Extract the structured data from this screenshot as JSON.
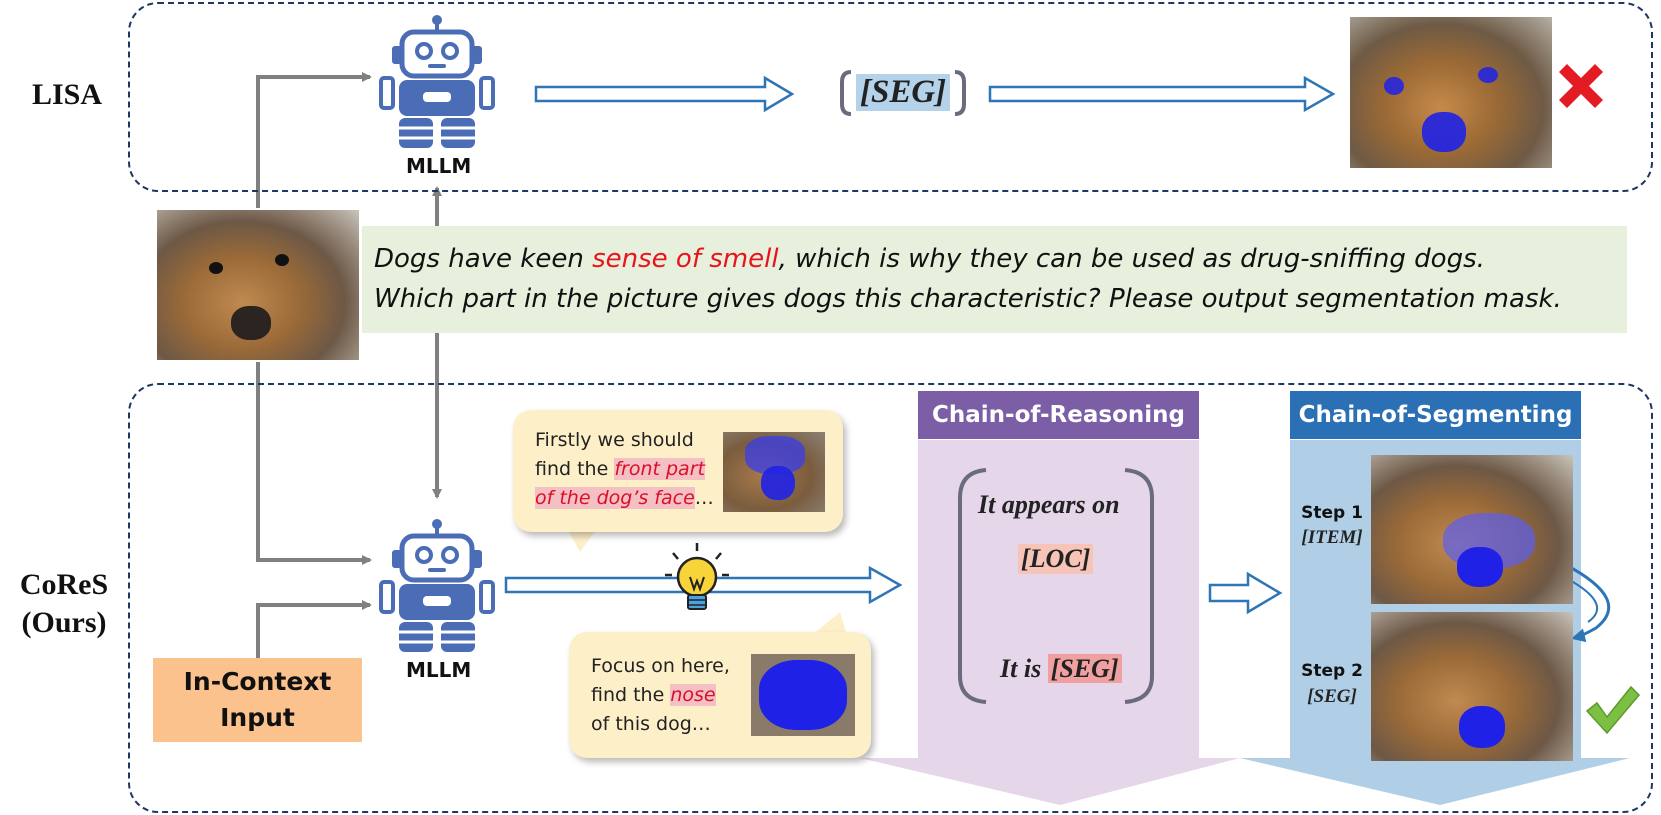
{
  "rows": {
    "top_label": "LISA",
    "bottom_label_line1": "CoReS",
    "bottom_label_line2": "(Ours)"
  },
  "model_label": "MLLM",
  "lisa": {
    "token": "[SEG]"
  },
  "query": {
    "line1_pre": "Dogs have keen ",
    "line1_highlight": "sense of smell",
    "line1_post": ", which is why they can be used as drug-sniffing dogs.",
    "line2": "Which part in the picture gives dogs this characteristic? Please output segmentation mask."
  },
  "in_context": {
    "line1": "In-Context",
    "line2": "Input"
  },
  "bubble_top": {
    "line1": "Firstly we should",
    "line2_pre": "find the ",
    "line2_highlight": "front part",
    "line3_highlight": "of the dog’s face",
    "line3_post": "…"
  },
  "bubble_bottom": {
    "line1": "Focus on here,",
    "line2_pre": "find the ",
    "line2_highlight": "nose",
    "line3": "of this dog…"
  },
  "chain_reasoning": {
    "title": "Chain-of-Reasoning",
    "line1": "It appears on",
    "loc_token": "[LOC]",
    "line2_pre": "It is ",
    "seg_token": "[SEG]"
  },
  "chain_segmenting": {
    "title": "Chain-of-Segmenting",
    "step1_label": "Step 1",
    "step1_tag": "[ITEM]",
    "step2_label": "Step 2",
    "step2_tag": "[SEG]"
  },
  "colors": {
    "panel_border": "#1f3763",
    "robot": "#4a6db6",
    "arrow_outline": "#2e75b6",
    "query_bg": "#e6f0dc",
    "highlight_red": "#e8141c",
    "reasoning_header": "#7b5ea6",
    "reasoning_bg": "#e6d6ea",
    "segmenting_header": "#2b6fb5",
    "segmenting_bg": "#b0cfe6",
    "context_bg": "#fbc28d",
    "bubble_bg": "#fdf0c9",
    "mask_blue": "#1f22e6",
    "check_green": "#7cc043",
    "cross_red": "#e31b23"
  },
  "icons": [
    "robot-icon",
    "bulb-icon",
    "check-icon",
    "cross-icon",
    "bracket-icon",
    "curved-arrow-icon"
  ]
}
